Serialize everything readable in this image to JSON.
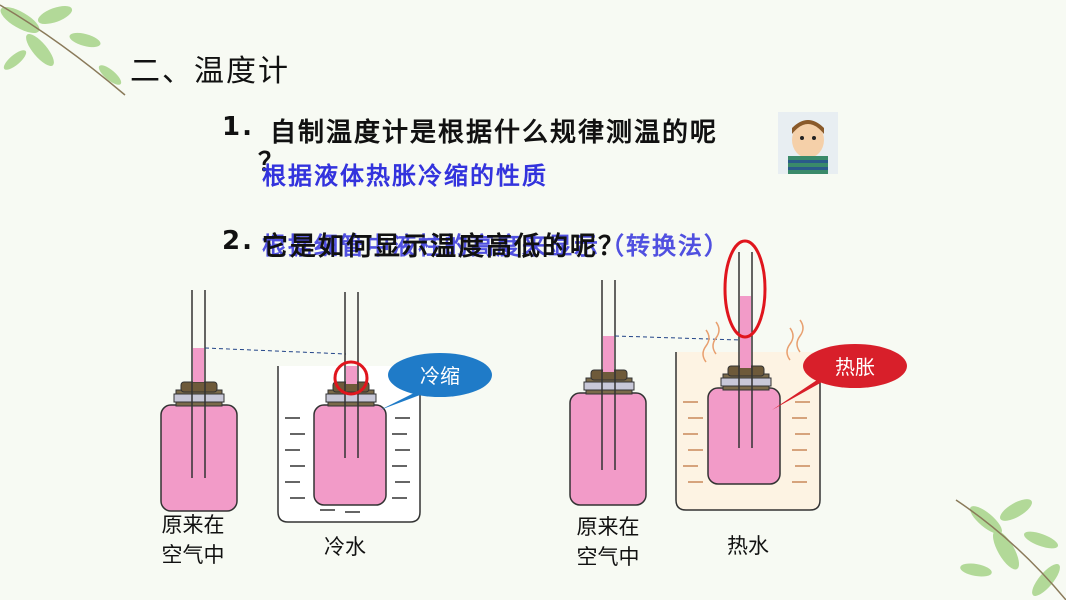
{
  "title": "二、温度计",
  "q1": {
    "number": "1.",
    "text": "自制温度计是根据什么规律测温的呢",
    "tail": "？"
  },
  "a1": "根据液体热胀冷缩的性质",
  "q2": {
    "number": "2.",
    "text": "它是如何显示温度高低的呢？"
  },
  "a2": "根据细管中液柱的高度来显示（转换法）",
  "bubbles": {
    "cold": "冷缩",
    "hot": "热胀"
  },
  "captions": {
    "air1": "原来在\n空气中",
    "cold": "冷水",
    "air2": "原来在\n空气中",
    "hot": "热水"
  },
  "colors": {
    "answer": "#3333dd",
    "liquid": "#f29bc8",
    "bubble_cold": "#1f7bc8",
    "bubble_hot": "#d81f2a",
    "highlight": "#e0151d"
  }
}
